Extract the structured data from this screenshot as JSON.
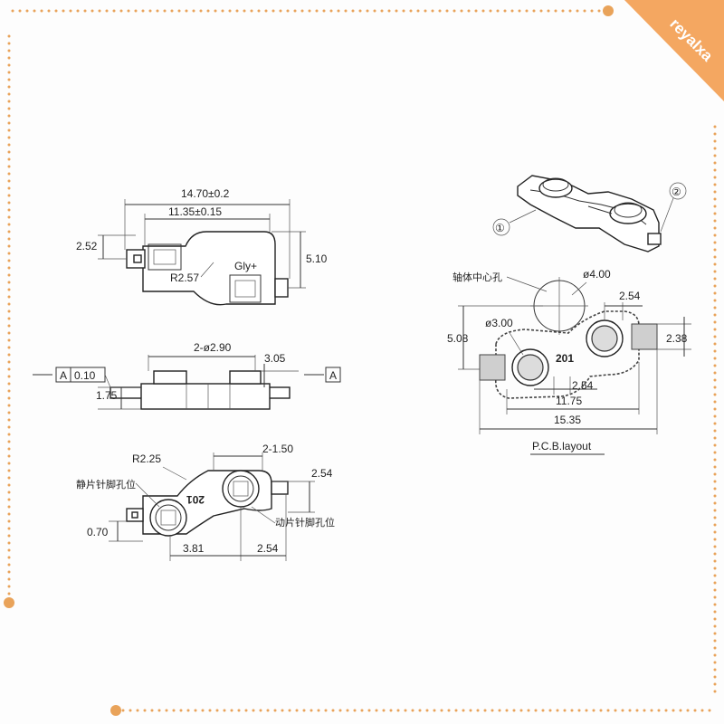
{
  "brand": {
    "badge_text": "reyalxa",
    "badge_color": "#f4a761",
    "dot_color": "#e9a35a"
  },
  "top_view": {
    "overall_width": "14.70±0.2",
    "inner_width": "11.35±0.15",
    "left_height": "2.52",
    "right_height": "5.10",
    "radius": "R2.57",
    "mark": "Gly+"
  },
  "side_view": {
    "holes": "2-ø2.90",
    "post_height": "3.05",
    "flatness": "0.10",
    "datum": "A",
    "thickness": "1.75"
  },
  "bottom_view": {
    "radius": "R2.25",
    "pins": "2-1.50",
    "right_offset": "2.54",
    "left_offset": "0.70",
    "spacing_left": "3.81",
    "spacing_right": "2.54",
    "static_pin_label": "静片针脚孔位",
    "moving_pin_label": "动片针脚孔位",
    "mark": "201"
  },
  "iso_view": {
    "callout_1": "①",
    "callout_2": "②"
  },
  "pcb_layout": {
    "shaft_label": "轴体中心孔",
    "shaft_dia": "ø4.00",
    "pin_spacing_top": "2.54",
    "hole_dia": "ø3.00",
    "height_left": "5.08",
    "height_right": "2.38",
    "pin_spacing_bottom": "2.54",
    "inner_width": "11.75",
    "outer_width": "15.35",
    "mark": "201",
    "caption": "P.C.B.layout"
  }
}
